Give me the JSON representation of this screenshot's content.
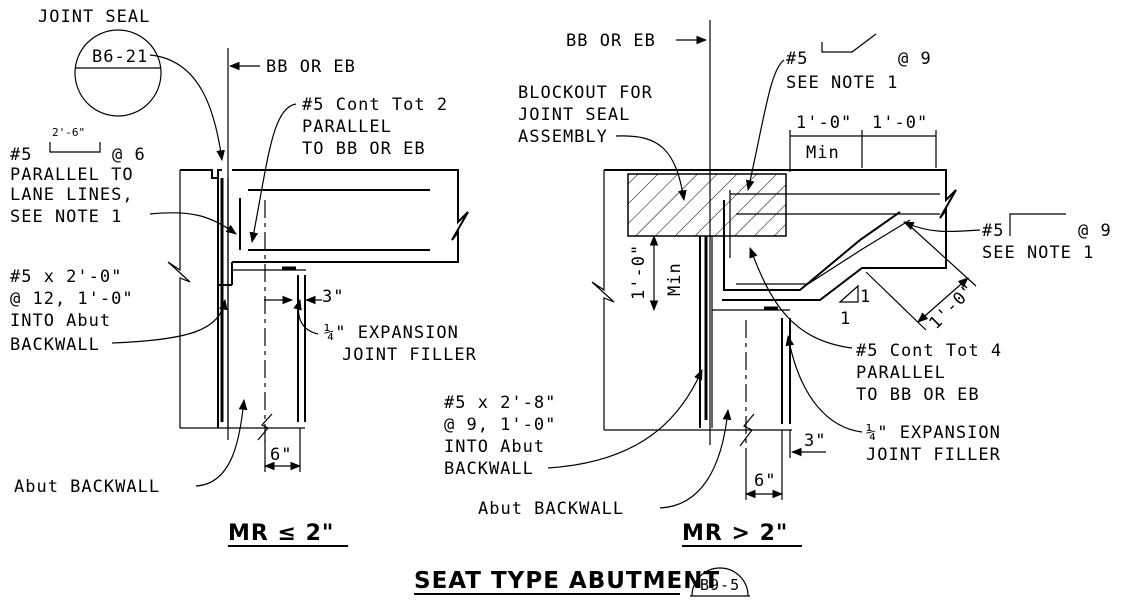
{
  "left_detail": {
    "joint_seal_label": "JOINT SEAL",
    "joint_seal_ref": "B6-21",
    "bb_or_eb": "BB OR EB",
    "bar_a_line1": "#5",
    "bar_a_dim": "2'-6\"",
    "bar_a_spacing": "@ 6",
    "bar_a_line2": "PARALLEL TO",
    "bar_a_line3": "LANE LINES,",
    "bar_a_line4": "SEE NOTE 1",
    "cont_line1": "#5 Cont Tot 2",
    "cont_line2": "PARALLEL",
    "cont_line3": "TO BB OR EB",
    "dowel_line1": "#5 x 2'-0\"",
    "dowel_line2": "@ 12, 1'-0\"",
    "dowel_line3": "INTO Abut",
    "dowel_line4": "BACKWALL",
    "dim_3in": "3\"",
    "exp_line1": "¼\" EXPANSION",
    "exp_line2": "JOINT FILLER",
    "dim_6in": "6\"",
    "abut_backwall": "Abut BACKWALL",
    "title": "MR ≤ 2\""
  },
  "right_detail": {
    "bb_or_eb": "BB OR EB",
    "blockout_line1": "BLOCKOUT FOR",
    "blockout_line2": "JOINT SEAL",
    "blockout_line3": "ASSEMBLY",
    "bar_top_line1": "#5",
    "bar_top_spacing": "@ 9",
    "bar_top_line2": "SEE NOTE 1",
    "dim_1ft_a": "1'-0\"",
    "dim_1ft_b": "1'-0\"",
    "dim_min_top": "Min",
    "bar_right_line1": "#5",
    "bar_right_spacing": "@ 9",
    "bar_right_line2": "SEE NOTE 1",
    "dim_1ft_vert": "1'-0\"",
    "dim_min_vert": "Min",
    "slope_1a": "1",
    "slope_1b": "1",
    "dim_1ft_diag": "1'-0\"",
    "cont_line1": "#5 Cont Tot 4",
    "cont_line2": "PARALLEL",
    "cont_line3": "TO BB OR EB",
    "dowel_line1": "#5 x 2'-8\"",
    "dowel_line2": "@ 9, 1'-0\"",
    "dowel_line3": "INTO Abut",
    "dowel_line4": "BACKWALL",
    "exp_line1": "¼\" EXPANSION",
    "exp_line2": "JOINT FILLER",
    "dim_3in": "3\"",
    "dim_6in": "6\"",
    "abut_backwall": "Abut BACKWALL",
    "title": "MR > 2\""
  },
  "sheet": {
    "title": "SEAT TYPE ABUTMENT",
    "ref": "B9-5"
  }
}
